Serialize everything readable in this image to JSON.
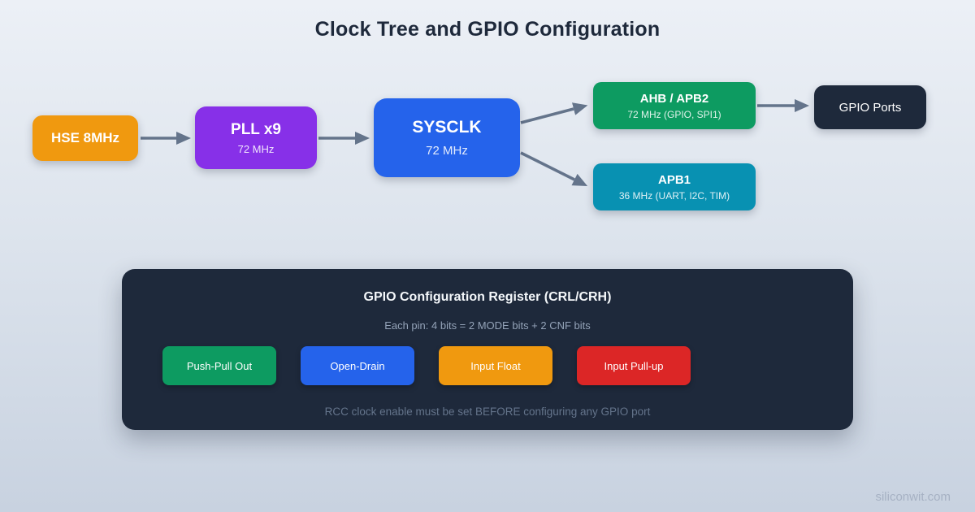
{
  "title": "Clock Tree and GPIO Configuration",
  "clock_tree": {
    "nodes": [
      {
        "id": "hse",
        "label": "HSE 8MHz",
        "sub": "",
        "color": "#F0990F"
      },
      {
        "id": "pll",
        "label": "PLL x9",
        "sub": "72 MHz",
        "color": "#8730E8"
      },
      {
        "id": "sysclk",
        "label": "SYSCLK",
        "sub": "72 MHz",
        "color": "#2563EB"
      },
      {
        "id": "ahb_apb2",
        "label": "AHB / APB2",
        "sub": "72 MHz (GPIO, SPI1)",
        "color": "#0D9B61"
      },
      {
        "id": "apb1",
        "label": "APB1",
        "sub": "36 MHz (UART, I2C, TIM)",
        "color": "#0891B2"
      },
      {
        "id": "gpio_ports",
        "label": "GPIO Ports",
        "sub": "",
        "color": "#1E293B"
      }
    ]
  },
  "panel": {
    "title": "GPIO Configuration Register (CRL/CRH)",
    "subtitle": "Each pin: 4 bits = 2 MODE bits + 2 CNF bits",
    "modes": [
      {
        "label": "Push-Pull Out",
        "color": "#0D9B61"
      },
      {
        "label": "Open-Drain",
        "color": "#2563EB"
      },
      {
        "label": "Input Float",
        "color": "#F0990F"
      },
      {
        "label": "Input Pull-up",
        "color": "#DC2626"
      }
    ],
    "note": "RCC clock enable must be set BEFORE configuring any GPIO port"
  },
  "watermark": "siliconwit.com",
  "colors": {
    "background_top": "#ECF0F6",
    "background_bottom": "#C8D2E0",
    "panel_bg": "#1E293B",
    "arrow": "#64748B",
    "title_text": "#1E293B"
  }
}
